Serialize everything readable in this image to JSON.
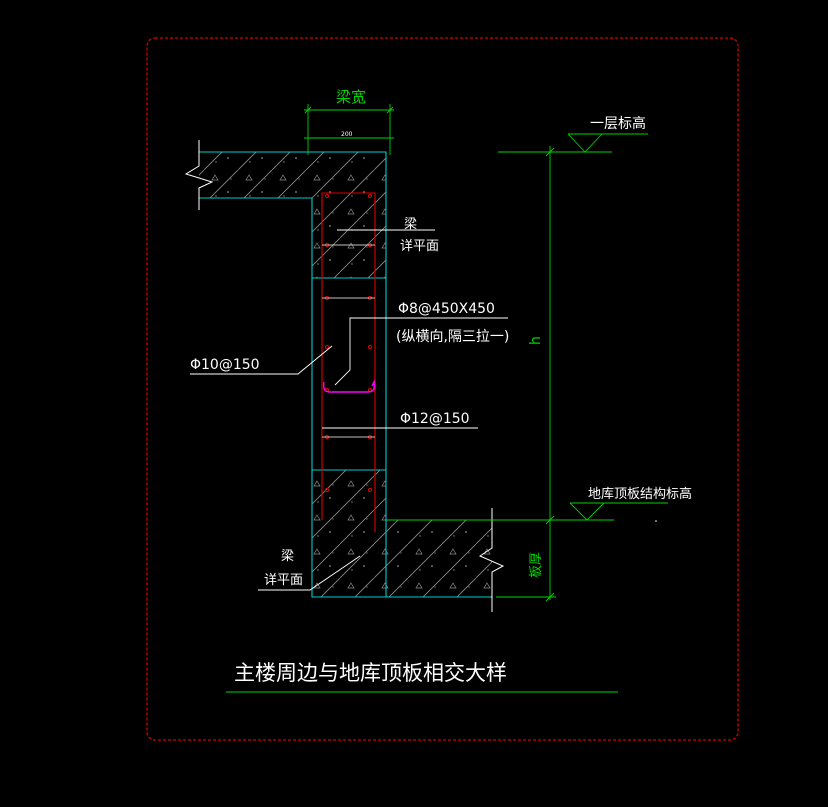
{
  "labels": {
    "beam_width": "梁宽",
    "beam_width_dim": "200",
    "level_top": "一层标高",
    "beam_upper_1": "梁",
    "beam_upper_2": "详平面",
    "tie_bar_1": "Φ8@450X450",
    "tie_bar_2": "(纵横向,隔三拉一)",
    "horiz_bar": "Φ10@150",
    "vert_bar": "Φ12@150",
    "height_h": "h",
    "basement_roof_level": "地库顶板结构标高",
    "beam_lower_1": "梁",
    "beam_lower_2": "详平面",
    "slab_thickness": "板厚",
    "title": "主楼周边与地库顶板相交大样"
  },
  "colors": {
    "background": "#000000",
    "frame": "#d40000",
    "concrete": "#00cccc",
    "dimension": "#00d200",
    "rebar": "#e00000",
    "tie": "#ff00ff",
    "text": "#ffffff",
    "hatch": "#9aa0a0"
  }
}
